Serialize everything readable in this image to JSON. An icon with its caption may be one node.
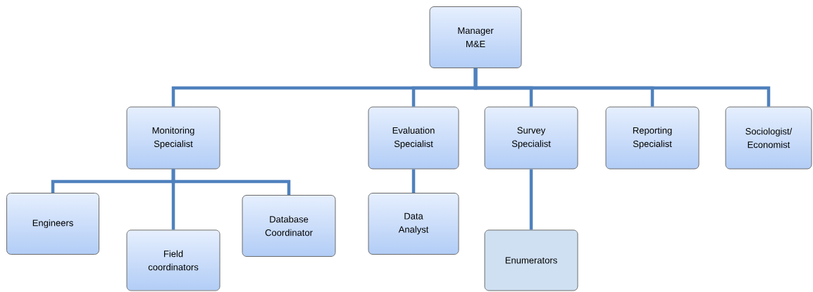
{
  "diagram": {
    "nodes": [
      {
        "text": [
          "Manager M&E"
        ]
      },
      {
        "text": [
          "Monitoring Specialist"
        ]
      },
      {
        "text": [
          "Evaluation Specialist"
        ]
      },
      {
        "text": [
          "Survey Specialist"
        ]
      },
      {
        "text": [
          "Reporting Specialist"
        ]
      },
      {
        "text": [
          "Sociologist/ Economist"
        ]
      },
      {
        "text": [
          "Engineers"
        ]
      },
      {
        "text": [
          "Field coordinators"
        ]
      },
      {
        "text": [
          "Database Coordinator"
        ]
      },
      {
        "text": [
          "Data Analyst"
        ]
      },
      {
        "text": [
          "Enumerators"
        ]
      }
    ],
    "edges": [
      {
        "from": 0,
        "to": 1,
        "arrow": "none"
      },
      {
        "from": 0,
        "to": 2,
        "arrow": "none"
      },
      {
        "from": 0,
        "to": 3,
        "arrow": "none"
      },
      {
        "from": 0,
        "to": 4,
        "arrow": "none"
      },
      {
        "from": 0,
        "to": 5,
        "arrow": "none"
      },
      {
        "from": 1,
        "to": 6,
        "arrow": "none"
      },
      {
        "from": 1,
        "to": 7,
        "arrow": "none"
      },
      {
        "from": 1,
        "to": 8,
        "arrow": "none"
      },
      {
        "from": 2,
        "to": 9,
        "arrow": "none"
      },
      {
        "from": 3,
        "to": 10,
        "arrow": "none"
      }
    ]
  }
}
